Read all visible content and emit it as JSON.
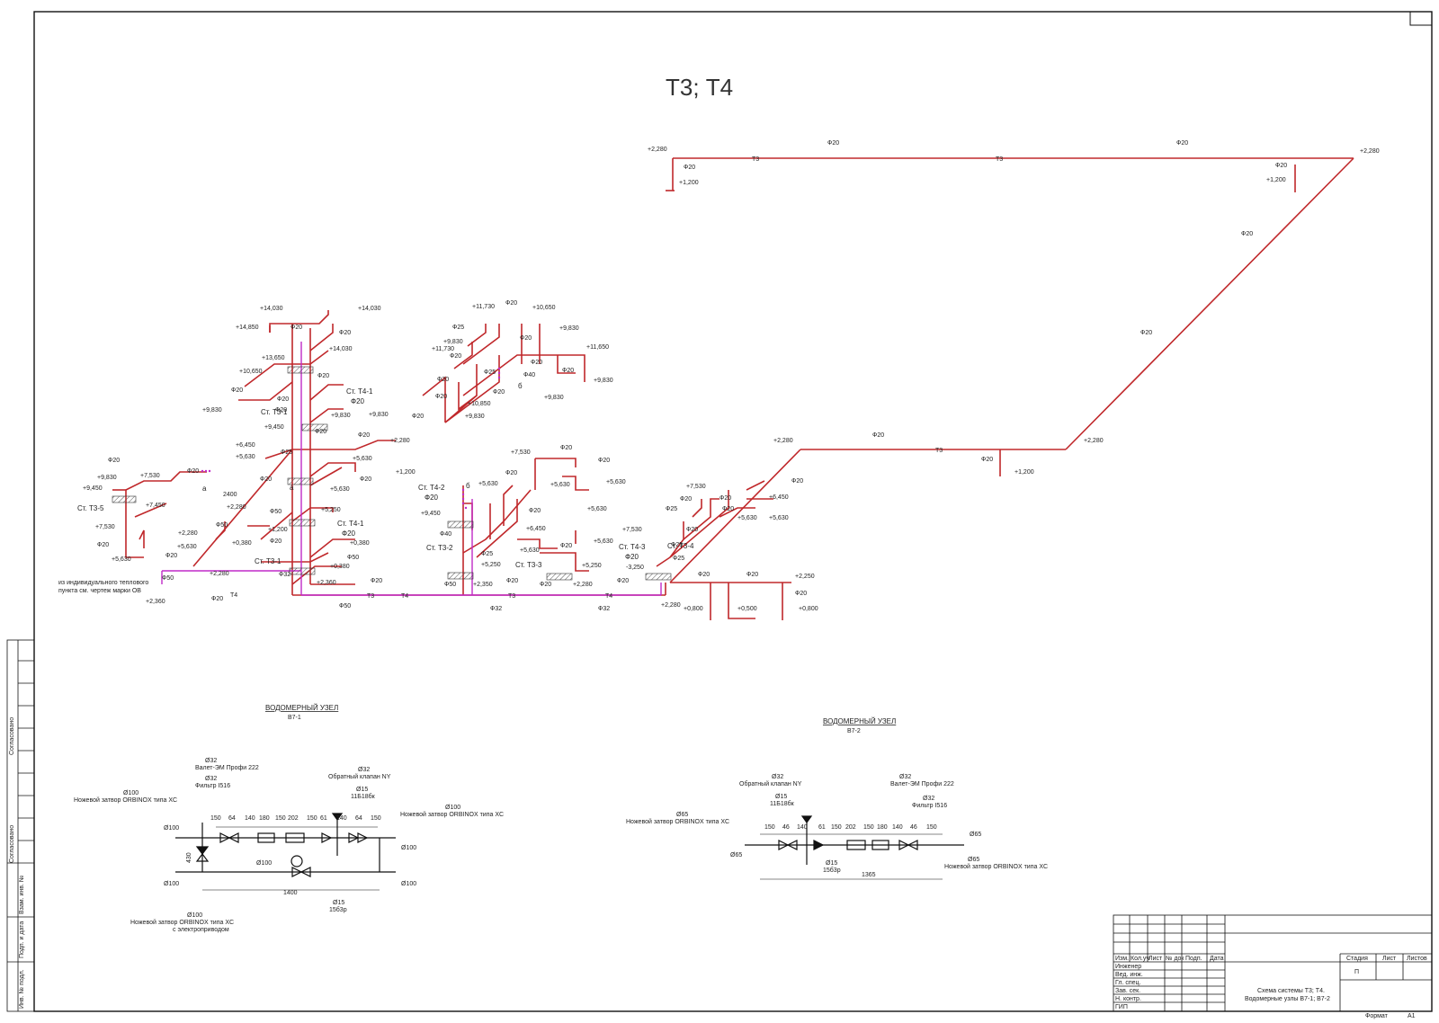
{
  "title": "Т3; Т4",
  "colors": {
    "t3": "#c0282b",
    "t4": "#c02ac8",
    "ink": "#000000"
  },
  "lines": {
    "t3": "Т3",
    "t4": "Т4",
    "b": "б",
    "a": "а"
  },
  "elevations": {
    "e2280": "+2,280",
    "e1200": "+1,200",
    "e14030": "+14,030",
    "e14850": "+14,850",
    "e13650": "+13,650",
    "e10650": "+10,650",
    "e9830": "+9,830",
    "e9450": "+9,450",
    "e6450": "+6,450",
    "e5630": "+5,630",
    "e7530": "+7,530",
    "e7450": "+7,450",
    "e5250": "+5,250",
    "e0380": "+0,380",
    "e2360": "+2,360",
    "e2350": "+2,350",
    "e11730": "+11,730",
    "e11650": "+11,650",
    "e10850": "+10,850",
    "e0800": "+0,800",
    "e0500": "+0,500",
    "em3250": "-3,250",
    "e2250": "+2,250"
  },
  "diameters": {
    "d20": "Ф20",
    "d25": "Ф25",
    "d32": "Ф32",
    "d40": "Ф40",
    "d50": "Ф50"
  },
  "risers": {
    "t41": "Ст. Т4-1",
    "t31": "Ст. Т3-1",
    "t35": "Ст. Т3-5",
    "t42": "Ст. Т4-2",
    "t32": "Ст. Т3-2",
    "t33": "Ст. Т3-3",
    "t43": "Ст. Т4-3",
    "t34": "Ст. Т3-4"
  },
  "misc": {
    "dim2400": "2400",
    "note_line1": "из индивидуального теплового",
    "note_line2": "пункта см. чертеж марки ОВ"
  },
  "node1": {
    "title": "ВОДОМЕРНЫЙ УЗЕЛ",
    "code": "В7-1",
    "d32": "Ø32",
    "meter": "Валет-ЭМ Профи 222",
    "filter": "Фильтр I516",
    "check": "Обратный клапан NY",
    "d15": "Ø15",
    "valve15": "11Б18бк",
    "d100": "Ø100",
    "gate": "Ножевой затвор ORBINOX типа XC",
    "gate_electric": "с электроприводом",
    "valve15b": "15б3р",
    "dims": [
      "150",
      "64",
      "140",
      "180",
      "150",
      "202",
      "150",
      "61",
      "140",
      "64",
      "150"
    ],
    "span": "1400",
    "height": "430"
  },
  "node2": {
    "title": "ВОДОМЕРНЫЙ УЗЕЛ",
    "code": "В7-2",
    "d32": "Ø32",
    "meter": "Валет-ЭМ Профи 222",
    "filter": "Фильтр I516",
    "check": "Обратный клапан NY",
    "d15": "Ø15",
    "valve15": "11Б18бк",
    "d65": "Ø65",
    "gate": "Ножевой затвор ORBINOX типа XC",
    "valve15b": "15б3р",
    "dims": [
      "150",
      "46",
      "140",
      "61",
      "150",
      "202",
      "150",
      "180",
      "140",
      "46",
      "150"
    ],
    "span": "1365"
  },
  "side": {
    "agreed": "Согласовано",
    "inv_orig": "Инв. № подл.",
    "sign_date": "Подп. и дата",
    "replace_inv": "Взам. инв. №"
  },
  "titleblock": {
    "head": [
      "Изм.",
      "Кол.уч",
      "Лист",
      "№ док",
      "Подп.",
      "Дата"
    ],
    "roles": [
      "Инженер",
      "Вед. инж.",
      "Гл. спец.",
      "Зав. сек.",
      "Н. контр.",
      "ГИП"
    ],
    "stage_h": "Стадия",
    "sheet_h": "Лист",
    "sheets_h": "Листов",
    "stage": "П",
    "name_line1": "Схема системы Т3; Т4.",
    "name_line2": "Водомерные узлы В7-1; В7-2",
    "format_label": "Формат",
    "format": "А1"
  }
}
